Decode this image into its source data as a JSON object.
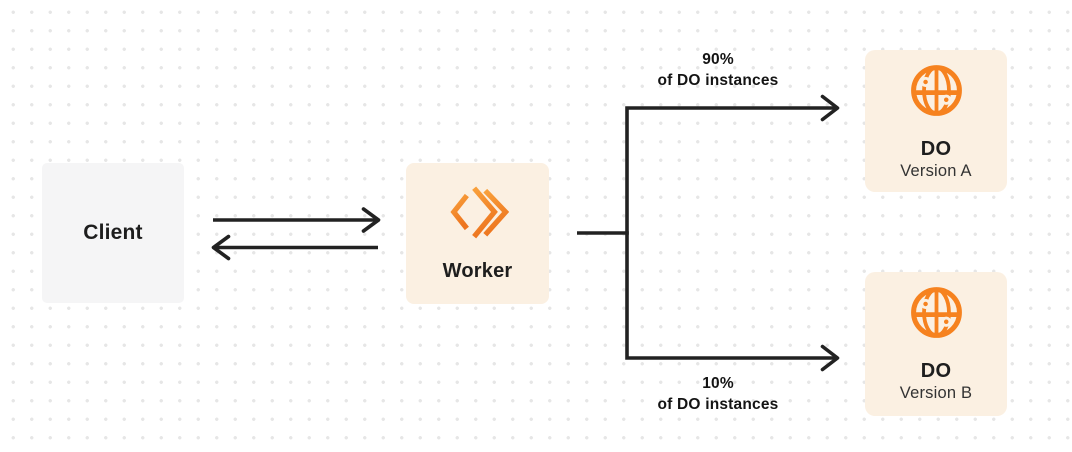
{
  "diagram": {
    "client": {
      "label": "Client"
    },
    "worker": {
      "label": "Worker"
    },
    "branch_top": {
      "percent": "90%",
      "caption": "of DO instances"
    },
    "branch_bottom": {
      "percent": "10%",
      "caption": "of DO instances"
    },
    "do_version_a": {
      "title": "DO",
      "subtitle": "Version A"
    },
    "do_version_b": {
      "title": "DO",
      "subtitle": "Version B"
    }
  },
  "icons": {
    "worker_icon": "cloudflare-workers-icon",
    "do_icon": "globe-icon"
  },
  "colors": {
    "accent_orange": "#F6821F",
    "node_cream_bg": "#FBF0E2",
    "client_gray_bg": "#F5F5F6",
    "connector_dark": "#222222",
    "dot_grid": "#E6E6E6"
  }
}
